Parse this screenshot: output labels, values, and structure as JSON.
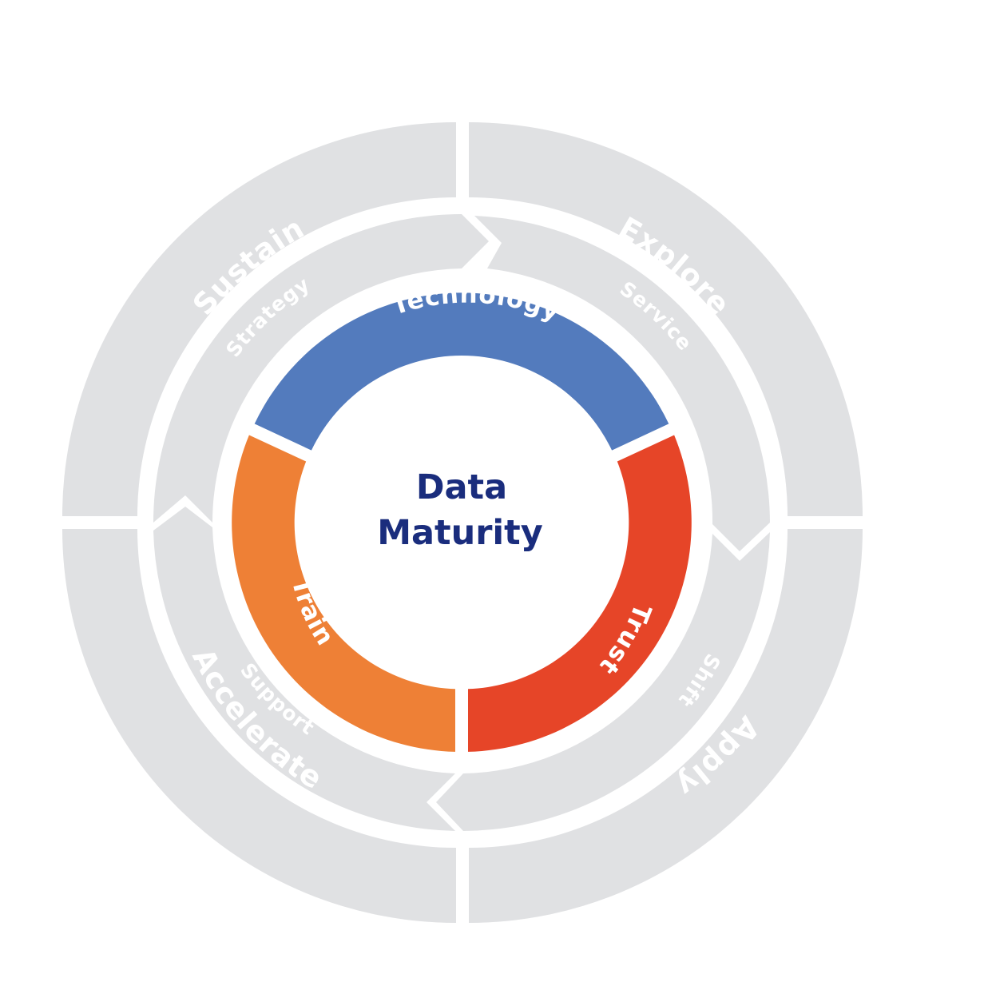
{
  "colors": {
    "ring_gray": "#e0e1e3",
    "technology": "#537bbd",
    "train": "#ee8036",
    "trust": "#e64528",
    "center_text": "#1a2d7d",
    "label_text": "#ffffff"
  },
  "center": {
    "line1": "Data",
    "line2": "Maturity"
  },
  "outer_ring": {
    "sustain": "Sustain",
    "explore": "Explore",
    "apply": "Apply",
    "accelerate": "Accelerate"
  },
  "middle_ring": {
    "strategy": "Strategy",
    "service": "Service",
    "shift": "Shift",
    "support": "Support"
  },
  "inner_ring": {
    "technology": "Technology",
    "trust": "Trust",
    "train": "Train"
  }
}
